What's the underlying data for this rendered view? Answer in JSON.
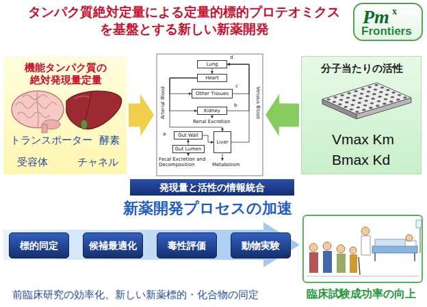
{
  "diagram": {
    "title": "タンパク質絶対定量による定量的標的プロテオミクス を基盤とする新しい新薬開発",
    "nodes": [
      {
        "text": [
          "Pm",
          "x",
          "Frontiers"
        ]
      },
      {
        "text": [
          "機能タンパク質の 絶対発現量定量",
          "トランスポーター",
          "酵素",
          "受容体",
          "チャネル"
        ]
      },
      {
        "text": [
          "Arterial Blood",
          "Venous Blood",
          "Renal Excretion",
          "Fecal Excretion and Decomposition",
          "Metabolism",
          "a",
          "b",
          "c",
          "d"
        ]
      },
      {
        "text": [
          "Lung"
        ],
        "in": 2
      },
      {
        "text": [
          "Heart"
        ],
        "in": 2
      },
      {
        "text": [
          "Other Tissues"
        ],
        "in": 2
      },
      {
        "text": [
          "Kidney"
        ],
        "in": 2
      },
      {
        "text": [
          "Gut Wall"
        ],
        "in": 2
      },
      {
        "text": [
          "Gut Lumen"
        ],
        "in": 2
      },
      {
        "text": [
          "Liver"
        ],
        "in": 2
      },
      {
        "text": [
          "分子当たりの活性",
          "Vmax Km",
          "Bmax Kd"
        ]
      },
      {
        "text": [
          "発現量と活性の情報統合"
        ]
      },
      {
        "text": [
          "新薬開発プロセスの加速"
        ]
      },
      {
        "text": [
          "標的同定"
        ],
        "in": 12
      },
      {
        "text": [
          "候補最適化"
        ],
        "in": 12
      },
      {
        "text": [
          "毒性評価"
        ],
        "in": 12
      },
      {
        "text": [
          "動物実験"
        ],
        "in": 12
      },
      {
        "text": [
          "臨床試験成功率の向上"
        ]
      }
    ],
    "edges": [
      {
        "from": 1,
        "to": 2,
        "arrow": "to"
      },
      {
        "from": 10,
        "to": 2,
        "arrow": "to"
      },
      {
        "from": 3,
        "to": 4,
        "arrow": "to"
      },
      {
        "from": 4,
        "to": 5,
        "arrow": "to"
      },
      {
        "from": 4,
        "to": 6,
        "arrow": "to"
      },
      {
        "from": 4,
        "to": 9,
        "arrow": "to"
      },
      {
        "from": 8,
        "to": 7,
        "arrow": "to"
      },
      {
        "from": 7,
        "to": 9,
        "arrow": "to"
      },
      {
        "from": 5,
        "to": 3,
        "arrow": "to"
      },
      {
        "from": 6,
        "to": 3,
        "arrow": "to"
      },
      {
        "from": 9,
        "to": 3,
        "arrow": "to"
      }
    ],
    "labels": [
      "前臨床研究の効率化、新しい新薬標的・化合物の同定"
    ]
  }
}
